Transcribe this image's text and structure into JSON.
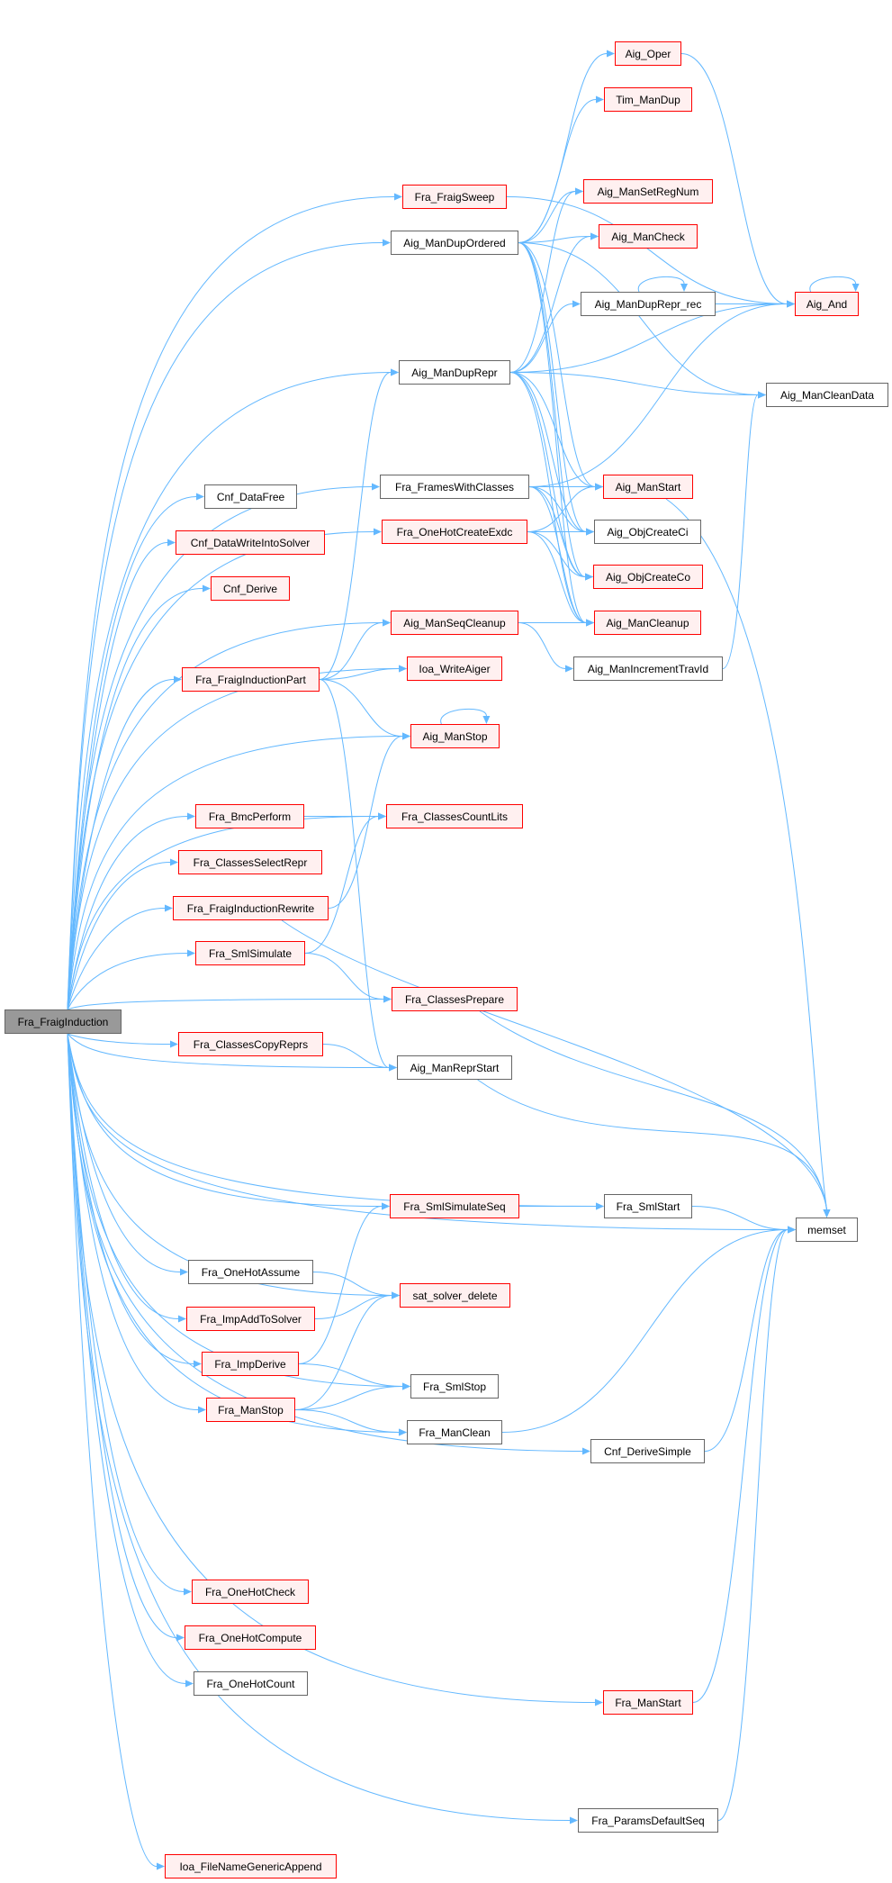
{
  "colors": {
    "edge": "#63b8ff",
    "red_border": "#ff0000",
    "red_fill": "#fff0f0",
    "gray_border": "#666666",
    "root_fill": "#999999"
  },
  "nodes": [
    {
      "id": "Fra_FraigInduction",
      "kind": "root"
    },
    {
      "id": "Aig_Oper",
      "kind": "red"
    },
    {
      "id": "Tim_ManDup",
      "kind": "red"
    },
    {
      "id": "Fra_FraigSweep",
      "kind": "red"
    },
    {
      "id": "Aig_ManSetRegNum",
      "kind": "red"
    },
    {
      "id": "Aig_ManDupOrdered",
      "kind": "gray"
    },
    {
      "id": "Aig_ManCheck",
      "kind": "red"
    },
    {
      "id": "Aig_ManDupRepr_rec",
      "kind": "gray"
    },
    {
      "id": "Aig_And",
      "kind": "red"
    },
    {
      "id": "Aig_ManDupRepr",
      "kind": "gray"
    },
    {
      "id": "Aig_ManCleanData",
      "kind": "gray"
    },
    {
      "id": "Fra_FramesWithClasses",
      "kind": "gray"
    },
    {
      "id": "Aig_ManStart",
      "kind": "red"
    },
    {
      "id": "Cnf_DataFree",
      "kind": "gray"
    },
    {
      "id": "Fra_OneHotCreateExdc",
      "kind": "red"
    },
    {
      "id": "Aig_ObjCreateCi",
      "kind": "gray"
    },
    {
      "id": "Cnf_DataWriteIntoSolver",
      "kind": "red"
    },
    {
      "id": "Aig_ObjCreateCo",
      "kind": "red"
    },
    {
      "id": "Cnf_Derive",
      "kind": "red"
    },
    {
      "id": "Aig_ManSeqCleanup",
      "kind": "red"
    },
    {
      "id": "Aig_ManCleanup",
      "kind": "red"
    },
    {
      "id": "Ioa_WriteAiger",
      "kind": "red"
    },
    {
      "id": "Aig_ManIncrementTravId",
      "kind": "gray"
    },
    {
      "id": "Fra_FraigInductionPart",
      "kind": "red"
    },
    {
      "id": "Aig_ManStop",
      "kind": "red"
    },
    {
      "id": "Fra_BmcPerform",
      "kind": "red"
    },
    {
      "id": "Fra_ClassesCountLits",
      "kind": "red"
    },
    {
      "id": "Fra_ClassesSelectRepr",
      "kind": "red"
    },
    {
      "id": "Fra_FraigInductionRewrite",
      "kind": "red"
    },
    {
      "id": "Fra_SmlSimulate",
      "kind": "red"
    },
    {
      "id": "Fra_ClassesPrepare",
      "kind": "red"
    },
    {
      "id": "Fra_ClassesCopyReprs",
      "kind": "red"
    },
    {
      "id": "Aig_ManReprStart",
      "kind": "gray"
    },
    {
      "id": "Fra_SmlSimulateSeq",
      "kind": "red"
    },
    {
      "id": "Fra_SmlStart",
      "kind": "gray"
    },
    {
      "id": "memset",
      "kind": "gray"
    },
    {
      "id": "Fra_OneHotAssume",
      "kind": "gray"
    },
    {
      "id": "sat_solver_delete",
      "kind": "red"
    },
    {
      "id": "Fra_ImpAddToSolver",
      "kind": "red"
    },
    {
      "id": "Fra_ImpDerive",
      "kind": "red"
    },
    {
      "id": "Fra_SmlStop",
      "kind": "gray"
    },
    {
      "id": "Fra_ManStop",
      "kind": "red"
    },
    {
      "id": "Fra_ManClean",
      "kind": "gray"
    },
    {
      "id": "Cnf_DeriveSimple",
      "kind": "gray"
    },
    {
      "id": "Fra_OneHotCheck",
      "kind": "red"
    },
    {
      "id": "Fra_OneHotCompute",
      "kind": "red"
    },
    {
      "id": "Fra_OneHotCount",
      "kind": "gray"
    },
    {
      "id": "Fra_ManStart",
      "kind": "red"
    },
    {
      "id": "Fra_ParamsDefaultSeq",
      "kind": "gray"
    },
    {
      "id": "Ioa_FileNameGenericAppend",
      "kind": "red"
    }
  ],
  "edges": [
    [
      "Fra_FraigInduction",
      "Fra_FraigSweep"
    ],
    [
      "Fra_FraigInduction",
      "Aig_ManDupOrdered"
    ],
    [
      "Fra_FraigInduction",
      "Aig_ManDupRepr"
    ],
    [
      "Fra_FraigInduction",
      "Fra_FramesWithClasses"
    ],
    [
      "Fra_FraigInduction",
      "Fra_OneHotCreateExdc"
    ],
    [
      "Fra_FraigInduction",
      "Cnf_DataFree"
    ],
    [
      "Fra_FraigInduction",
      "Cnf_DataWriteIntoSolver"
    ],
    [
      "Fra_FraigInduction",
      "Cnf_Derive"
    ],
    [
      "Fra_FraigInduction",
      "Aig_ManSeqCleanup"
    ],
    [
      "Fra_FraigInduction",
      "Ioa_WriteAiger"
    ],
    [
      "Fra_FraigInduction",
      "Fra_FraigInductionPart"
    ],
    [
      "Fra_FraigInduction",
      "Aig_ManStop"
    ],
    [
      "Fra_FraigInduction",
      "Fra_ClassesCountLits"
    ],
    [
      "Fra_FraigInduction",
      "Fra_BmcPerform"
    ],
    [
      "Fra_FraigInduction",
      "Fra_ClassesSelectRepr"
    ],
    [
      "Fra_FraigInduction",
      "Fra_FraigInductionRewrite"
    ],
    [
      "Fra_FraigInduction",
      "Fra_SmlSimulate"
    ],
    [
      "Fra_FraigInduction",
      "Fra_ClassesPrepare"
    ],
    [
      "Fra_FraigInduction",
      "Fra_ClassesCopyReprs"
    ],
    [
      "Fra_FraigInduction",
      "Aig_ManReprStart"
    ],
    [
      "Fra_FraigInduction",
      "Fra_SmlStart"
    ],
    [
      "Fra_FraigInduction",
      "Fra_SmlSimulateSeq"
    ],
    [
      "Fra_FraigInduction",
      "Fra_OneHotAssume"
    ],
    [
      "Fra_FraigInduction",
      "sat_solver_delete"
    ],
    [
      "Fra_FraigInduction",
      "Fra_ImpAddToSolver"
    ],
    [
      "Fra_FraigInduction",
      "Fra_ImpDerive"
    ],
    [
      "Fra_FraigInduction",
      "Fra_ManStop"
    ],
    [
      "Fra_FraigInduction",
      "Fra_SmlStop"
    ],
    [
      "Fra_FraigInduction",
      "Fra_ManClean"
    ],
    [
      "Fra_FraigInduction",
      "Cnf_DeriveSimple"
    ],
    [
      "Fra_FraigInduction",
      "Fra_OneHotCheck"
    ],
    [
      "Fra_FraigInduction",
      "Fra_OneHotCompute"
    ],
    [
      "Fra_FraigInduction",
      "Fra_OneHotCount"
    ],
    [
      "Fra_FraigInduction",
      "Fra_ManStart"
    ],
    [
      "Fra_FraigInduction",
      "memset"
    ],
    [
      "Fra_FraigInduction",
      "Fra_ParamsDefaultSeq"
    ],
    [
      "Fra_FraigInduction",
      "Ioa_FileNameGenericAppend"
    ],
    [
      "Fra_FraigSweep",
      "Aig_And"
    ],
    [
      "Aig_ManDupOrdered",
      "Aig_Oper"
    ],
    [
      "Aig_ManDupOrdered",
      "Tim_ManDup"
    ],
    [
      "Aig_ManDupOrdered",
      "Aig_ManCleanData"
    ],
    [
      "Aig_ManDupOrdered",
      "Aig_ManSetRegNum"
    ],
    [
      "Aig_ManDupOrdered",
      "Aig_ManCheck"
    ],
    [
      "Aig_ManDupOrdered",
      "Aig_ManStart"
    ],
    [
      "Aig_ManDupOrdered",
      "Aig_ObjCreateCi"
    ],
    [
      "Aig_ManDupOrdered",
      "Aig_ObjCreateCo"
    ],
    [
      "Aig_ManDupOrdered",
      "Aig_ManCleanup"
    ],
    [
      "Aig_Oper",
      "Aig_And"
    ],
    [
      "Aig_And",
      "Aig_And"
    ],
    [
      "Aig_ManDupRepr_rec",
      "Aig_ManDupRepr_rec"
    ],
    [
      "Aig_ManDupRepr_rec",
      "Aig_And"
    ],
    [
      "Aig_ManDupRepr",
      "Aig_ManSetRegNum"
    ],
    [
      "Aig_ManDupRepr",
      "Aig_ManCheck"
    ],
    [
      "Aig_ManDupRepr",
      "Aig_ManDupRepr_rec"
    ],
    [
      "Aig_ManDupRepr",
      "Aig_And"
    ],
    [
      "Aig_ManDupRepr",
      "Aig_ManCleanData"
    ],
    [
      "Aig_ManDupRepr",
      "Aig_ManStart"
    ],
    [
      "Aig_ManDupRepr",
      "Aig_ObjCreateCi"
    ],
    [
      "Aig_ManDupRepr",
      "Aig_ObjCreateCo"
    ],
    [
      "Aig_ManDupRepr",
      "Aig_ManCleanup"
    ],
    [
      "Fra_FramesWithClasses",
      "Aig_And"
    ],
    [
      "Fra_FramesWithClasses",
      "Aig_ManStart"
    ],
    [
      "Fra_FramesWithClasses",
      "Aig_ObjCreateCi"
    ],
    [
      "Fra_FramesWithClasses",
      "Aig_ObjCreateCo"
    ],
    [
      "Fra_FramesWithClasses",
      "Aig_ManCleanup"
    ],
    [
      "Fra_OneHotCreateExdc",
      "Aig_ManStart"
    ],
    [
      "Fra_OneHotCreateExdc",
      "Aig_ObjCreateCi"
    ],
    [
      "Fra_OneHotCreateExdc",
      "Aig_ObjCreateCo"
    ],
    [
      "Fra_OneHotCreateExdc",
      "Aig_ManCleanup"
    ],
    [
      "Aig_ManStart",
      "memset"
    ],
    [
      "Aig_ManSeqCleanup",
      "Aig_ManCleanup"
    ],
    [
      "Aig_ManSeqCleanup",
      "Aig_ManIncrementTravId"
    ],
    [
      "Aig_ManIncrementTravId",
      "Aig_ManCleanData"
    ],
    [
      "Fra_FraigInductionPart",
      "Aig_ManDupRepr"
    ],
    [
      "Fra_FraigInductionPart",
      "Aig_ManSeqCleanup"
    ],
    [
      "Fra_FraigInductionPart",
      "Ioa_WriteAiger"
    ],
    [
      "Fra_FraigInductionPart",
      "Aig_ManStop"
    ],
    [
      "Fra_FraigInductionPart",
      "Aig_ManReprStart"
    ],
    [
      "Aig_ManStop",
      "Aig_ManStop"
    ],
    [
      "Fra_BmcPerform",
      "Fra_ClassesCountLits"
    ],
    [
      "Fra_FraigInductionRewrite",
      "Aig_ManStop"
    ],
    [
      "Fra_FraigInductionRewrite",
      "memset"
    ],
    [
      "Fra_SmlSimulate",
      "Fra_ClassesCountLits"
    ],
    [
      "Fra_SmlSimulate",
      "Fra_ClassesPrepare"
    ],
    [
      "Fra_ClassesPrepare",
      "memset"
    ],
    [
      "Fra_ClassesCopyReprs",
      "Aig_ManReprStart"
    ],
    [
      "Aig_ManReprStart",
      "memset"
    ],
    [
      "Fra_SmlSimulateSeq",
      "Fra_SmlStart"
    ],
    [
      "Fra_SmlStart",
      "memset"
    ],
    [
      "Fra_OneHotAssume",
      "sat_solver_delete"
    ],
    [
      "Fra_ImpAddToSolver",
      "sat_solver_delete"
    ],
    [
      "Fra_ImpDerive",
      "Fra_SmlSimulateSeq"
    ],
    [
      "Fra_ImpDerive",
      "Fra_SmlStop"
    ],
    [
      "Fra_ManStop",
      "sat_solver_delete"
    ],
    [
      "Fra_ManStop",
      "Fra_SmlStop"
    ],
    [
      "Fra_ManStop",
      "Fra_ManClean"
    ],
    [
      "Fra_ManClean",
      "memset"
    ],
    [
      "Cnf_DeriveSimple",
      "memset"
    ],
    [
      "Fra_ManStart",
      "memset"
    ],
    [
      "Fra_ParamsDefaultSeq",
      "memset"
    ]
  ]
}
